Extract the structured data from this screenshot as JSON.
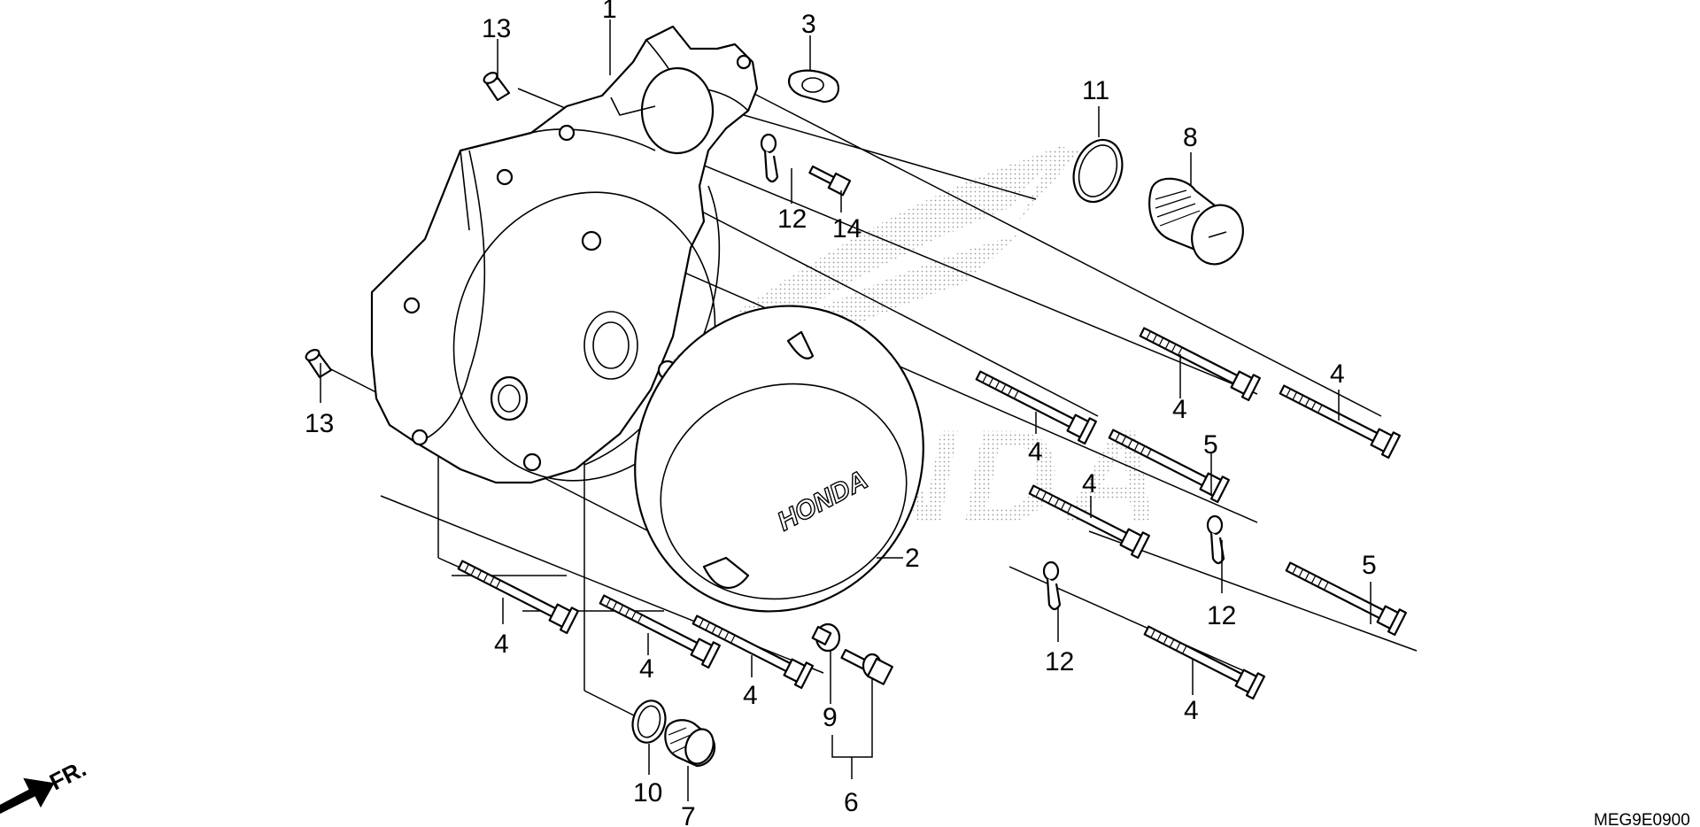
{
  "watermark": {
    "brand": "HONDA"
  },
  "cover": {
    "emblem": "HONDA"
  },
  "direction": {
    "label": "FR."
  },
  "diagram_code": "MEG9E0900",
  "callouts": {
    "c1": "1",
    "c2": "2",
    "c3": "3",
    "c4a": "4",
    "c4b": "4",
    "c4c": "4",
    "c4d": "4",
    "c4e": "4",
    "c4f": "4",
    "c4g": "4",
    "c4h": "4",
    "c5a": "5",
    "c5b": "5",
    "c6": "6",
    "c7": "7",
    "c8": "8",
    "c9": "9",
    "c10": "10",
    "c11": "11",
    "c12a": "12",
    "c12b": "12",
    "c12c": "12",
    "c13a": "13",
    "c13b": "13",
    "c14": "14"
  }
}
